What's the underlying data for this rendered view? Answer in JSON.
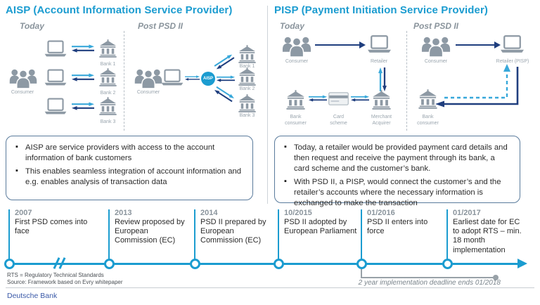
{
  "colors": {
    "accent_blue": "#1b9cd0",
    "arrow_light": "#38a8da",
    "arrow_dark": "#1f3e7e",
    "icon_gray": "#8d99a4",
    "label_gray": "#9aa5ae",
    "box_border": "#5a7b9c",
    "brand_blue": "#3b5aa8"
  },
  "icons": [
    "consumer-group-icon",
    "laptop-icon",
    "bank-icon",
    "card-icon",
    "aisp-node-icon",
    "arrow-pair-icon"
  ],
  "aisp": {
    "heading": "AISP (Account Information Service Provider)",
    "today_label": "Today",
    "post_label": "Post PSD II",
    "consumer_label": "Consumer",
    "node_label": "AISP",
    "banks": [
      "Bank 1",
      "Bank 2",
      "Bank 3"
    ],
    "bullets": [
      "AISP are service providers with access to the account information of bank customers",
      "This enables seamless integration of account information and e.g. enables analysis of transaction data"
    ]
  },
  "pisp": {
    "heading": "PISP (Payment Initiation Service Provider)",
    "today_label": "Today",
    "post_label": "Post PSD II",
    "today": {
      "consumer": "Consumer",
      "retailer": "Retailer",
      "bank_consumer": "Bank consumer",
      "card_scheme": "Card scheme",
      "merchant_acquirer": "Merchant Acquirer"
    },
    "post": {
      "consumer": "Consumer",
      "retailer": "Retailer (PISP)",
      "bank_consumer": "Bank consumer"
    },
    "bullets": [
      "Today, a retailer would be provided payment card details and then request and receive the payment through its bank, a card scheme and the customer’s bank.",
      "With PSD II, a PISP, would connect the customer’s and the retailer’s accounts where the necessary information is exchanged to make the transaction"
    ]
  },
  "timeline": {
    "milestones": [
      {
        "date": "2007",
        "text": "First PSD comes into face"
      },
      {
        "date": "2013",
        "text": "Review proposed by European Commission (EC)"
      },
      {
        "date": "2014",
        "text": "PSD II prepared by European Commission (EC)"
      },
      {
        "date": "10/2015",
        "text": "PSD II adopted by European Parliament"
      },
      {
        "date": "01/2016",
        "text": "PSD II enters into force"
      },
      {
        "date": "01/2017",
        "text": "Earliest date for EC to adopt RTS – min. 18 month implementation"
      }
    ],
    "deadline_note": "2 year implementation deadline ends 01/2018"
  },
  "footer": {
    "note1": "RTS = Regulatory Technical Standards",
    "note2": "Source: Framework based on Evry whitepaper",
    "brand": "Deutsche Bank"
  }
}
